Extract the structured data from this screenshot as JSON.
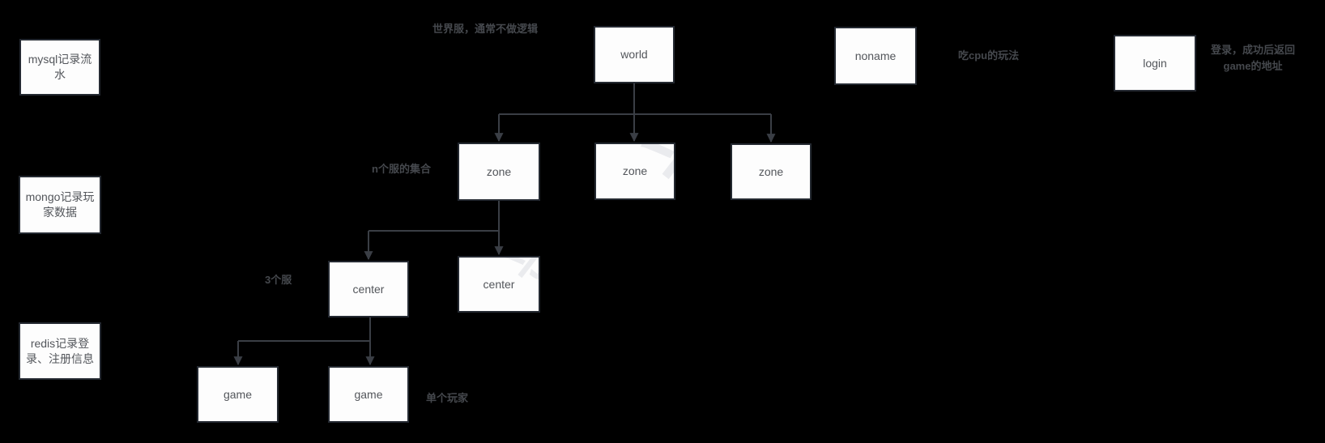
{
  "diagram": {
    "background": "#000000",
    "box_fill": "#fdfdfd",
    "box_border": "#242931",
    "line_color": "#3a3e45",
    "watermark": "水印"
  },
  "nodes": [
    {
      "id": "mysql",
      "label": "mysql记录流水"
    },
    {
      "id": "mongo",
      "label": "mongo记录玩家数据"
    },
    {
      "id": "redis",
      "label": "redis记录登录、注册信息"
    },
    {
      "id": "world",
      "label": "world"
    },
    {
      "id": "noname",
      "label": "noname"
    },
    {
      "id": "login",
      "label": "login"
    },
    {
      "id": "zone-1",
      "label": "zone"
    },
    {
      "id": "zone-2",
      "label": "zone"
    },
    {
      "id": "zone-3",
      "label": "zone"
    },
    {
      "id": "center-1",
      "label": "center"
    },
    {
      "id": "center-2",
      "label": "center"
    },
    {
      "id": "game-1",
      "label": "game"
    },
    {
      "id": "game-2",
      "label": "game"
    }
  ],
  "annotations": [
    {
      "id": "world-note",
      "text": "世界服，通常不做逻辑"
    },
    {
      "id": "noname-note",
      "text": "吃cpu的玩法"
    },
    {
      "id": "login-note",
      "text": "登录，成功后返回game的地址"
    },
    {
      "id": "zone-note",
      "text": "n个服的集合"
    },
    {
      "id": "center-note",
      "text": "3个服"
    },
    {
      "id": "game-note",
      "text": "单个玩家"
    }
  ]
}
